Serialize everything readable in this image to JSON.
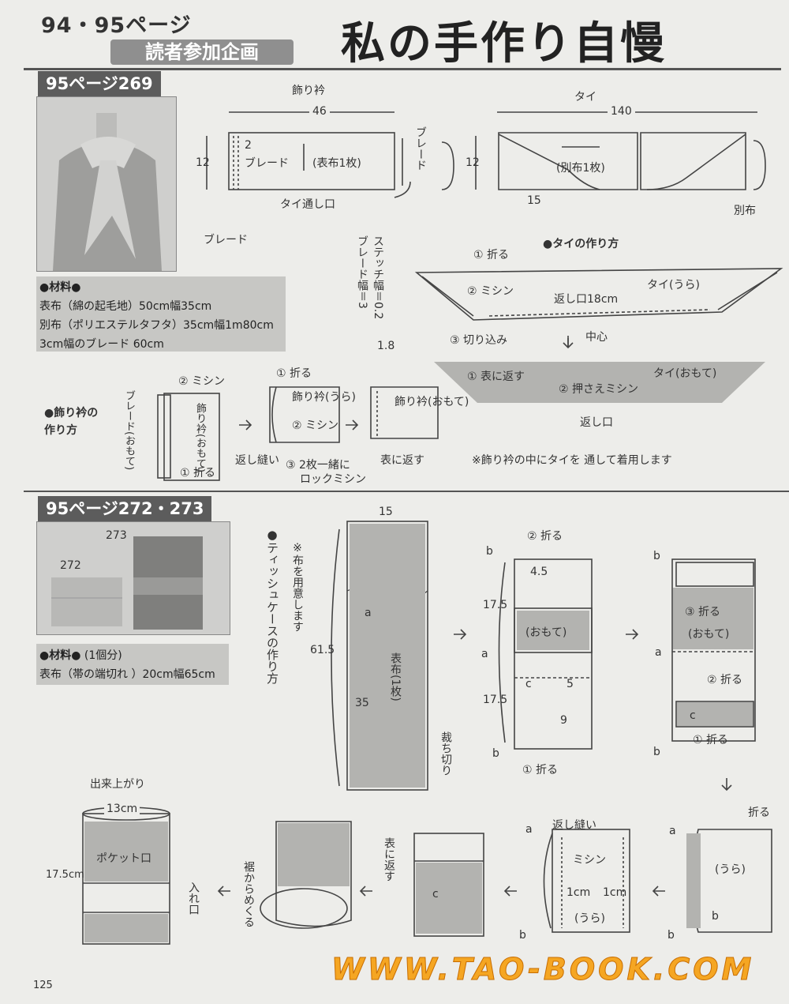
{
  "header": {
    "page_ref": "94・95ページ",
    "subtitle": "読者参加企画",
    "title": "私の手作り自慢"
  },
  "section1": {
    "label": "95ページ269",
    "collar": {
      "title": "飾り衿",
      "width": "46",
      "height": "12",
      "d2": "2",
      "braid": "ブレード",
      "fabric": "(表布1枚)",
      "tie_slot": "タイ通し口",
      "braid_v": "ブレード",
      "braid_bottom": "ブレード"
    },
    "tie": {
      "title": "タイ",
      "width": "140",
      "height": "12",
      "fabric": "(別布1枚)",
      "d15": "15",
      "bekkfu": "別布"
    },
    "stitch_note": [
      "ステッチ幅＝0.2",
      "ブレード幅＝3"
    ],
    "stitch_extra": "1.8",
    "materials": {
      "heading": "●材料●",
      "items": [
        "表布（綿の起毛地）50cm幅35cm",
        "別布（ポリエステルタフタ）35cm幅1m80cm",
        "3cm幅のブレード 60cm"
      ]
    },
    "tie_how": {
      "heading": "●タイの作り方",
      "fold": "① 折る",
      "sew": "② ミシン",
      "back": "タイ(うら)",
      "opening": "返し口18cm",
      "cut": "③ 切り込み",
      "center": "中心",
      "turn": "① 表に返す",
      "front": "タイ(おもて)",
      "press": "② 押さえミシン",
      "opening2": "返し口"
    },
    "collar_how": {
      "heading": "●飾り衿の作り方",
      "sew": "② ミシン",
      "braid_front": "ブレード(おもて)",
      "collar_front": "飾り衿(おもて)",
      "fold1": "① 折る",
      "fold2": "① 折る",
      "collar_back": "飾り衿(うら)",
      "sew2": "② ミシン",
      "return_stitch": "返し縫い",
      "lock": "③ 2枚一緒に",
      "lock2": "ロックミシン",
      "collar_front2": "飾り衿(おもて)",
      "turn": "表に返す"
    },
    "note": "※飾り衿の中にタイを 通して着用します"
  },
  "section2": {
    "label": "95ページ272・273",
    "photo_labels": [
      "273",
      "272"
    ],
    "materials": {
      "heading": "●材料●",
      "count": "(1個分)",
      "item": "表布（帯の端切れ ）20cm幅65cm"
    },
    "howto": "●ティッシュケースの作り方",
    "prep": "※布を用意します",
    "dims": {
      "w": "15",
      "h": "61.5",
      "a": "a",
      "d35": "35",
      "fabric": "表布(1枚)",
      "cut": "裁ち切り"
    },
    "step2": {
      "fold2": "② 折る",
      "b": "b",
      "d45": "4.5",
      "d175a": "17.5",
      "a": "a",
      "front": "(おもて)",
      "d175b": "17.5",
      "c": "c",
      "d5": "5",
      "d9": "9",
      "b2": "b",
      "fold1": "① 折る"
    },
    "step3": {
      "b": "b",
      "fold3": "③ 折る",
      "front": "(おもて)",
      "a": "a",
      "fold2": "② 折る",
      "c": "c",
      "fold1": "① 折る",
      "b2": "b"
    },
    "step4": {
      "a": "a",
      "fold": "折る",
      "back": "(うら)",
      "b": "b",
      "b2": "b"
    },
    "step5": {
      "a": "a",
      "return": "返し縫い",
      "sew": "ミシン",
      "d1a": "1cm",
      "d1b": "1cm",
      "back": "(うら)",
      "b": "b"
    },
    "step6": {
      "turn": "表に返す",
      "c": "c"
    },
    "step7": {
      "invert": "裾からめくる"
    },
    "finished": {
      "title": "出来上がり",
      "w": "13cm",
      "h": "17.5cm",
      "pocket": "ポケット口",
      "insert": "入れ口"
    }
  },
  "page_number": "125",
  "watermark": "WWW.TAO-BOOK.COM"
}
